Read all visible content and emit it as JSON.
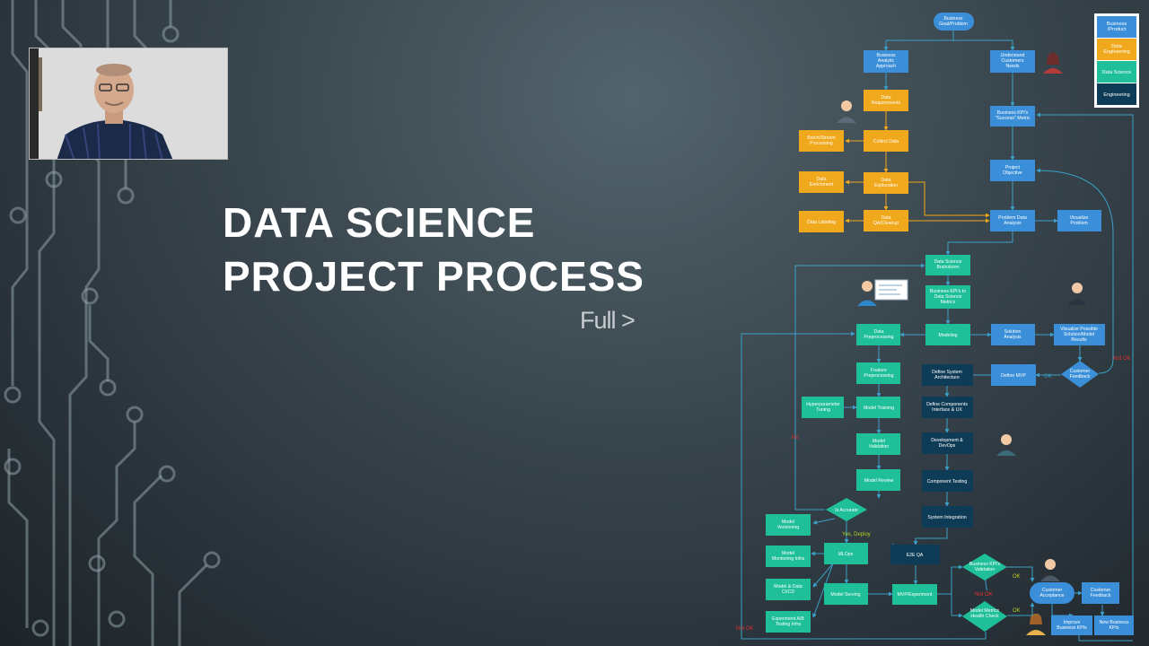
{
  "title": {
    "line1": "DATA SCIENCE",
    "line2": "PROJECT PROCESS"
  },
  "link": {
    "label": "Full >"
  },
  "colors": {
    "business": "#3a8fd8",
    "data_engineering": "#f0a81c",
    "data_science": "#1fbf9a",
    "engineering": "#0e3b56",
    "edge": "#3aa0c8",
    "accent_red": "#e03030",
    "ok_green": "#b8d020"
  },
  "legend": [
    {
      "label": "Business /Product",
      "color": "#3a8fd8"
    },
    {
      "label": "Data Engineering",
      "color": "#f0a81c"
    },
    {
      "label": "Data Science",
      "color": "#1fbf9a"
    },
    {
      "label": "Engineering",
      "color": "#0e3b56"
    }
  ],
  "nodes": {
    "business_goal": "Business Goal/Problem",
    "business_analytic": "Business Analytic Approach",
    "understand_customers": "Understand Customers Needs",
    "data_requirements": "Data Requirements",
    "business_kpis_metric": "Business KPI's \"Success\" Metric",
    "collect_data": "Collect Data",
    "batch_stream": "Batch/Stream Processing",
    "project_objective": "Project Objective",
    "data_enrichment": "Data Enrichment",
    "data_exploration": "Data Exploration",
    "data_labeling": "Data Labeling",
    "data_qa": "Data QA/Cleanup",
    "problem_data_analysis": "Problem Data Analysis",
    "visualize_problem": "Visualize Problem",
    "ds_brainstorm": "Data Science Brainstorm",
    "kpis_to_ds_metrics": "Business KPI's to Data Science Metrics",
    "data_preprocessing": "Data Preprocessing",
    "modeling": "Modeling",
    "solution_analysis": "Solution Analysis",
    "visualize_solution": "Visualize Possible Solution/Model Results",
    "feature_preprocessing": "Feature Preprocessing",
    "define_system_arch": "Define System Architecture",
    "define_mvp": "Define MVP",
    "customer_feedback_dia": "Customer Feedback",
    "hyperparameter_tuning": "Hyperparameter Tuning",
    "model_training": "Model Training",
    "define_components": "Define Components Interface & UX",
    "model_validation": "Model Validation",
    "development_devops": "Development & DevOps",
    "model_review": "Model Review",
    "component_testing": "Component Testing",
    "is_accurate": "Is Accurate",
    "system_integration": "System Integration",
    "model_versioning": "Model Versioning",
    "model_monitoring": "Model Monitoring Infra",
    "mlops": "MLOps",
    "e2e_qa": "E2E QA",
    "business_kpis_validation": "Business KPI's Validation",
    "model_data_cicd": "Model & Data CI/CD",
    "model_serving": "Model Serving",
    "mvp_experiment": "MVP/Experiment",
    "customer_acceptance": "Customer Acceptance",
    "customer_feedback": "Customer Feedback",
    "model_metrics_health": "Model Metrics Health Check",
    "experiment_ab": "Experiment A/B Testing Infra",
    "improve_kpis": "Improve Business KPIs",
    "new_kpis": "New Business KPIs"
  },
  "edge_labels": {
    "yes_deploy": "Yes, Deploy",
    "no": "No",
    "not_ok_right": "Not OK",
    "ok_mvp": "OK",
    "ok_kpi": "OK",
    "not_ok_mid": "Not OK",
    "ok_health": "OK",
    "not_ok_bottom": "Not OK"
  }
}
